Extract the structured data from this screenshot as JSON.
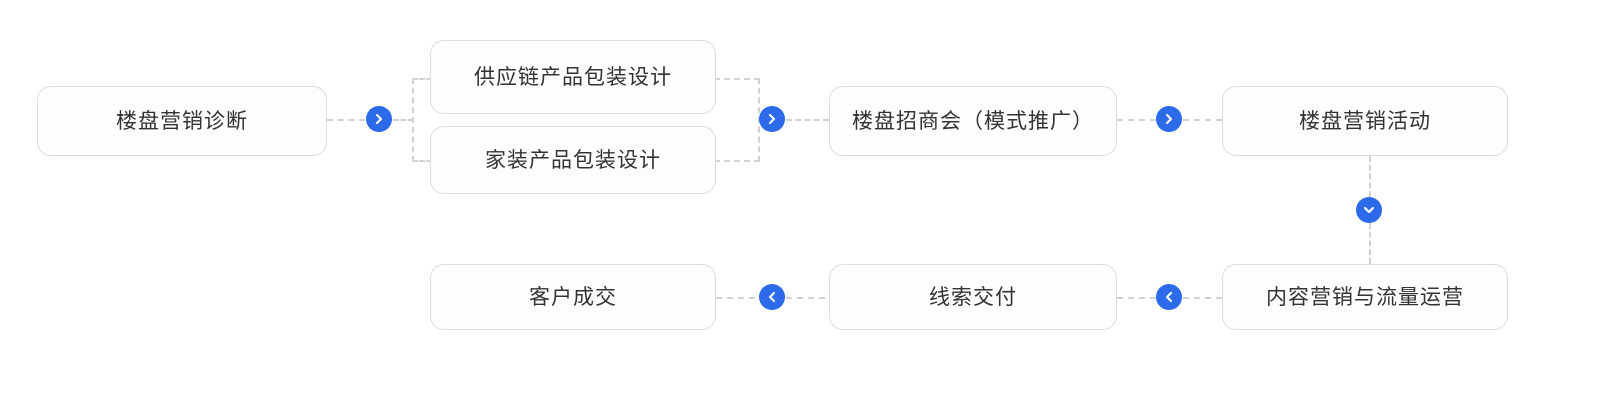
{
  "diagram": {
    "title": "",
    "background_color": "#ffffff",
    "accent_color": "#2b6ae8",
    "box_border_color": "#dcdcdc",
    "connector_color": "#d2d2d2",
    "nodes": [
      {
        "id": "n1",
        "label": "楼盘营销诊断"
      },
      {
        "id": "n2",
        "label": "供应链产品包装设计"
      },
      {
        "id": "n3",
        "label": "家装产品包装设计"
      },
      {
        "id": "n4",
        "label": "楼盘招商会（模式推广）"
      },
      {
        "id": "n5",
        "label": "楼盘营销活动"
      },
      {
        "id": "n6",
        "label": "内容营销与流量运营"
      },
      {
        "id": "n7",
        "label": "线索交付"
      },
      {
        "id": "n8",
        "label": "客户成交"
      }
    ],
    "connectors": [
      {
        "id": "c1",
        "icon": "chevron-right-icon",
        "from": "n1",
        "to": "branch"
      },
      {
        "id": "c2",
        "icon": "chevron-right-icon",
        "from": "merge",
        "to": "n4"
      },
      {
        "id": "c3",
        "icon": "chevron-right-icon",
        "from": "n4",
        "to": "n5"
      },
      {
        "id": "c4",
        "icon": "chevron-down-icon",
        "from": "n5",
        "to": "n6"
      },
      {
        "id": "c5",
        "icon": "chevron-left-icon",
        "from": "n6",
        "to": "n7"
      },
      {
        "id": "c6",
        "icon": "chevron-left-icon",
        "from": "n7",
        "to": "n8"
      }
    ]
  }
}
